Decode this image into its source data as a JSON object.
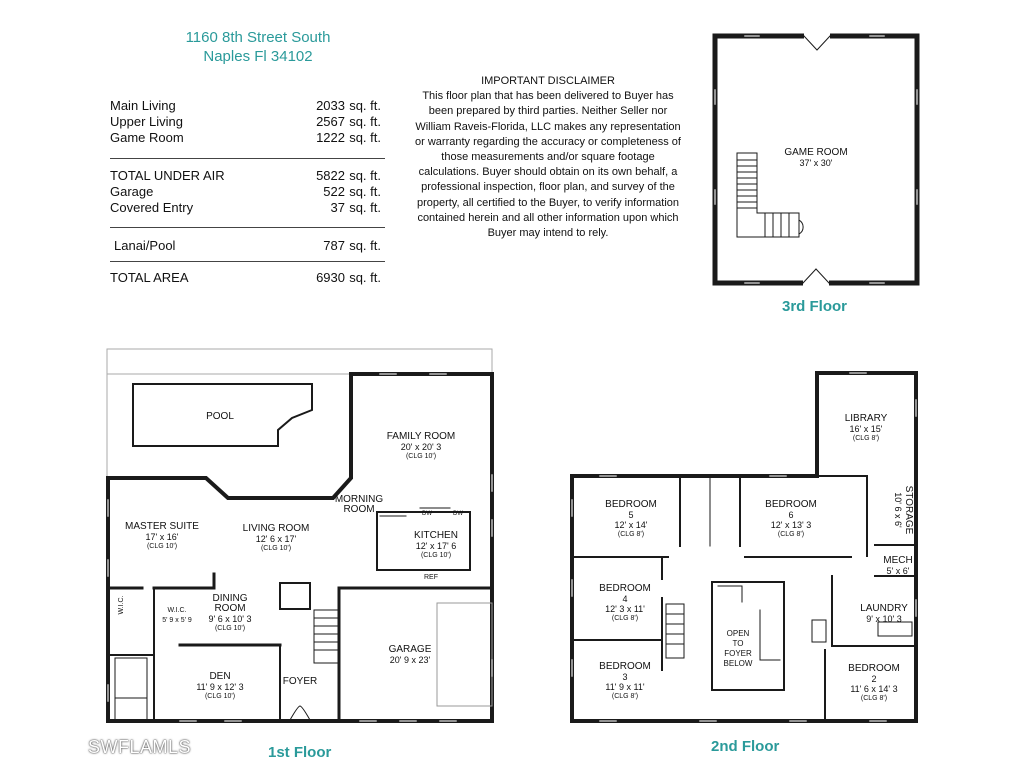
{
  "address": {
    "line1": "1160 8th Street South",
    "line2": "Naples Fl 34102"
  },
  "area_table": {
    "rows": [
      {
        "label": "Main Living",
        "value": "2033",
        "unit": "sq. ft."
      },
      {
        "label": "Upper Living",
        "value": "2567",
        "unit": "sq. ft."
      },
      {
        "label": "Game Room",
        "value": "1222",
        "unit": "sq. ft."
      },
      {
        "label": "TOTAL UNDER AIR",
        "value": "5822",
        "unit": "sq. ft."
      },
      {
        "label": "Garage",
        "value": "522",
        "unit": "sq. ft."
      },
      {
        "label": "Covered Entry",
        "value": "37",
        "unit": "sq. ft."
      },
      {
        "label": "Lanai/Pool",
        "value": "787",
        "unit": "sq. ft."
      },
      {
        "label": "TOTAL AREA",
        "value": "6930",
        "unit": "sq. ft."
      }
    ]
  },
  "disclaimer": {
    "title": "IMPORTANT DISCLAIMER",
    "lines": [
      "This floor plan that has been delivered to Buyer has",
      "been prepared by third parties. Neither Seller nor",
      "William Raveis-Florida, LLC makes any representation",
      "or warranty regarding the accuracy or completeness of",
      "those measurements and/or square footage",
      "calculations. Buyer should obtain on its own behalf, a",
      "professional inspection, floor plan, and survey of the",
      "property, all certified to the Buyer, to verify information",
      "contained herein and all other information upon which",
      "Buyer may intend to rely."
    ]
  },
  "floors": {
    "third": "3rd Floor",
    "first": "1st Floor",
    "second": "2nd Floor"
  },
  "rooms": {
    "game_room": {
      "name": "GAME ROOM",
      "dim": "37' x 30'"
    },
    "pool": {
      "name": "POOL"
    },
    "family_room": {
      "name": "FAMILY ROOM",
      "dim": "20' x 20' 3",
      "clg": "(CLG 10')"
    },
    "morning_room": {
      "name": "MORNING",
      "name2": "ROOM"
    },
    "master_suite": {
      "name": "MASTER SUITE",
      "dim": "17' x 16'",
      "clg": "(CLG 10')"
    },
    "living_room": {
      "name": "LIVING ROOM",
      "dim": "12' 6 x 17'",
      "clg": "(CLG 10')"
    },
    "kitchen": {
      "name": "KITCHEN",
      "dim": "12' x 17' 6",
      "clg": "(CLG 10')"
    },
    "dining_room": {
      "name": "DINING",
      "name2": "ROOM",
      "dim": "9' 6 x 10' 3",
      "clg": "(CLG 10')"
    },
    "wic1": {
      "name": "W.I.C."
    },
    "wic2": {
      "name": "W.I.C.",
      "dim": "5' 9 x 5' 9"
    },
    "den": {
      "name": "DEN",
      "dim": "11' 9 x 12' 3",
      "clg": "(CLG 10')"
    },
    "foyer": {
      "name": "FOYER"
    },
    "garage": {
      "name": "GARAGE",
      "dim": "20' 9 x 23'"
    },
    "dw": "DW",
    "ref": "REF",
    "library": {
      "name": "LIBRARY",
      "dim": "16' x 15'",
      "clg": "(CLG 8')"
    },
    "bedroom5": {
      "name": "BEDROOM",
      "num": "5",
      "dim": "12' x 14'",
      "clg": "(CLG 8')"
    },
    "bedroom6": {
      "name": "BEDROOM",
      "num": "6",
      "dim": "12' x 13' 3",
      "clg": "(CLG 8')"
    },
    "storage": {
      "name": "STORAGE",
      "dim": "10' 6 x 6'"
    },
    "mech": {
      "name": "MECH",
      "dim": "5' x 6'"
    },
    "bedroom4": {
      "name": "BEDROOM",
      "num": "4",
      "dim": "12' 3 x 11'",
      "clg": "(CLG 8')"
    },
    "open_foyer": {
      "l1": "OPEN",
      "l2": "TO",
      "l3": "FOYER",
      "l4": "BELOW"
    },
    "laundry": {
      "name": "LAUNDRY",
      "dim": "9' x 10' 3"
    },
    "bedroom3": {
      "name": "BEDROOM",
      "num": "3",
      "dim": "11' 9 x 11'",
      "clg": "(CLG 8')"
    },
    "bedroom2": {
      "name": "BEDROOM",
      "num": "2",
      "dim": "11' 6 x 14' 3",
      "clg": "(CLG 8')"
    }
  },
  "watermark": "SWFLAMLS",
  "colors": {
    "accent": "#2a9a9a",
    "wall": "#1a1a1a"
  }
}
